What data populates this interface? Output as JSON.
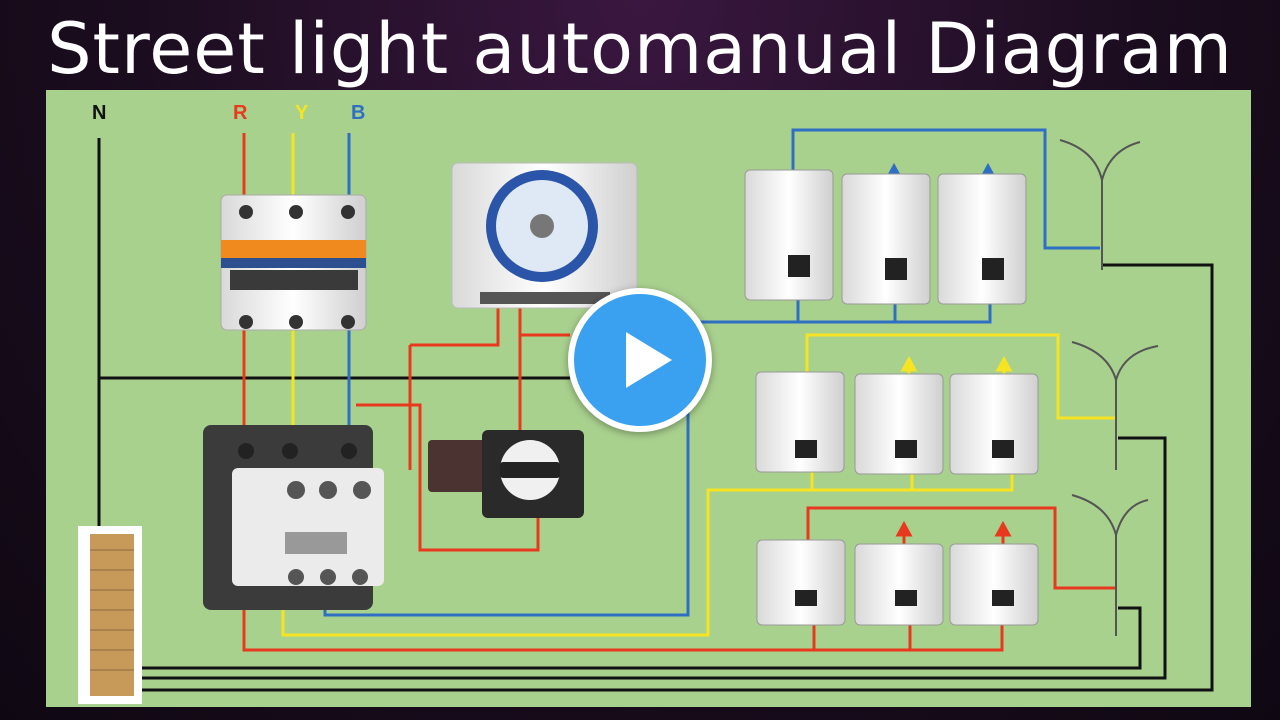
{
  "title": "Street light automanual Diagram",
  "phase_labels": {
    "neutral": "N",
    "red": "R",
    "yellow": "Y",
    "blue": "B"
  },
  "colors": {
    "board": "#a9d18e",
    "neutral_wire": "#111111",
    "red_wire": "#e8391e",
    "yellow_wire": "#f6e324",
    "blue_wire": "#2e6fc4",
    "play_button": "#3aa0f0"
  },
  "components": {
    "main_breaker": "triple-pole-mcb",
    "contactor": "3-phase-contactor",
    "timer": "analog-timer-switch",
    "selector": "auto-manual-selector-switch",
    "neutral_link": "neutral-busbar",
    "mcb_groups": [
      "blue-phase-mcbs",
      "yellow-phase-mcbs",
      "red-phase-mcbs"
    ],
    "lamps": [
      "street-light-1",
      "street-light-2",
      "street-light-3"
    ]
  },
  "overlay": {
    "icon": "play-icon"
  }
}
